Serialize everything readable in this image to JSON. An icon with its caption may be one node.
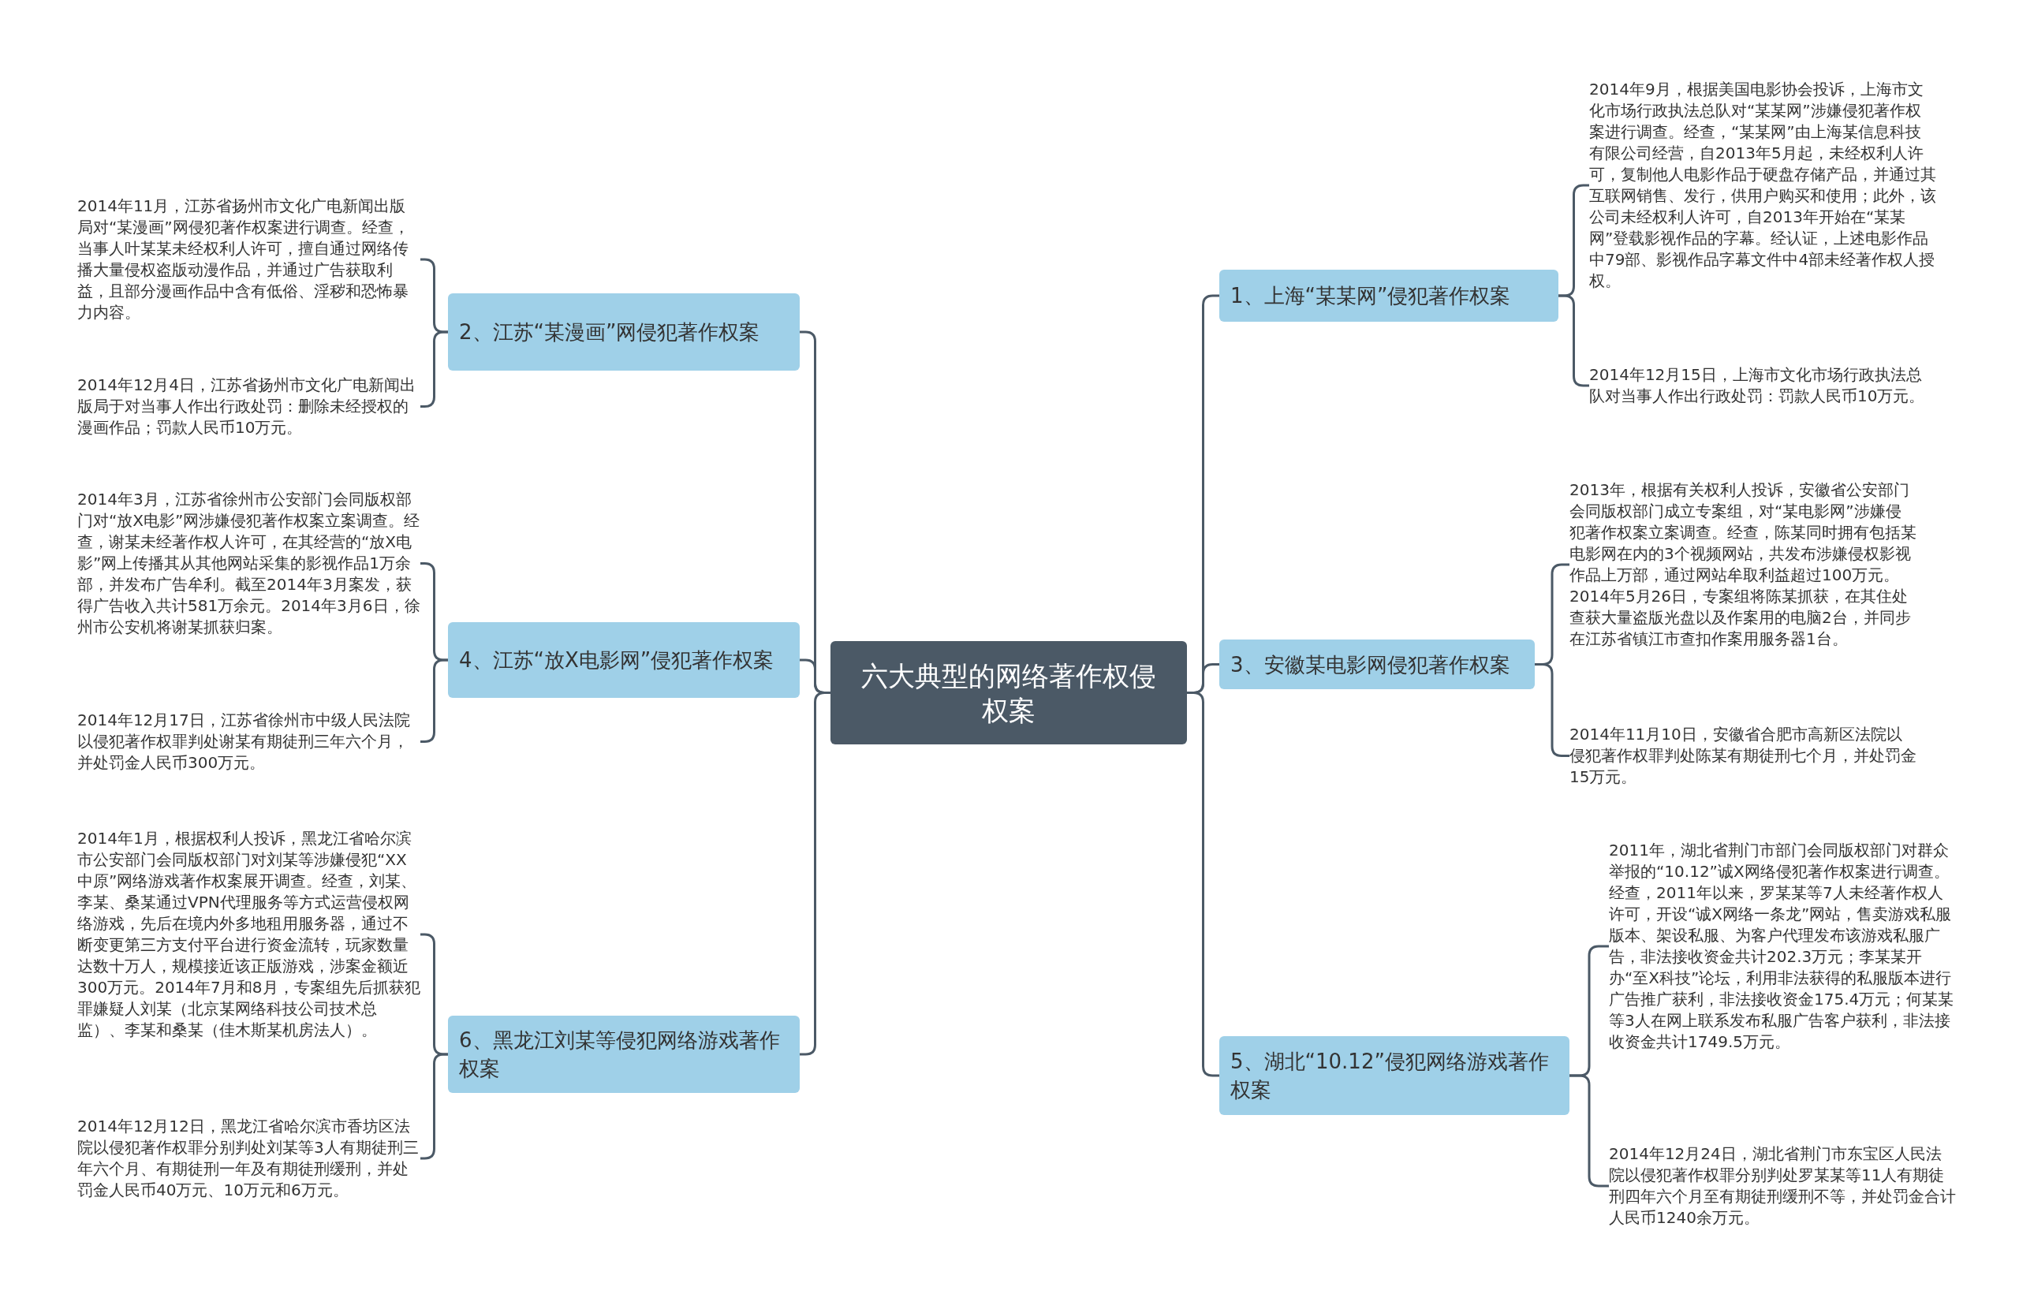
{
  "diagram": {
    "nodes": [
      {
        "text": [
          "六大典型的网络著作权侵权案"
        ]
      },
      {
        "text": [
          "1、上海“某某网”侵犯著作权案"
        ]
      },
      {
        "text": [
          "2014年9月，根据美国电影协会投诉，上海市文化市场行政执法总队对“某某网”涉嫌侵犯著作权案进行调查。经查，“某某网”由上海某信息科技有限公司经营，自2013年5月起，未经权利人许可，复制他人电影作品于硬盘存储产品，并通过其互联网销售、发行，供用户购买和使用；此外，该公司未经权利人许可，自2013年开始在“某某网”登载影视作品的字幕。经认证，上述电影作品中79部、影视作品字幕文件中4部未经著作权人授权。"
        ]
      },
      {
        "text": [
          "2014年12月15日，上海市文化市场行政执法总队对当事人作出行政处罚：罚款人民币10万元。"
        ]
      },
      {
        "text": [
          "2、江苏“某漫画”网侵犯著作权案"
        ]
      },
      {
        "text": [
          "2014年11月，江苏省扬州市文化广电新闻出版局对“某漫画”网侵犯著作权案进行调查。经查，当事人叶某某未经权利人许可，擅自通过网络传播大量侵权盗版动漫作品，并通过广告获取利益，且部分漫画作品中含有低俗、淫秽和恐怖暴力内容。"
        ]
      },
      {
        "text": [
          "2014年12月4日，江苏省扬州市文化广电新闻出版局于对当事人作出行政处罚：删除未经授权的漫画作品；罚款人民币10万元。"
        ]
      },
      {
        "text": [
          "3、安徽某电影网侵犯著作权案"
        ]
      },
      {
        "text": [
          "2013年，根据有关权利人投诉，安徽省公安部门会同版权部门成立专案组，对“某电影网”涉嫌侵犯著作权案立案调查。经查，陈某同时拥有包括某电影网在内的3个视频网站，共发布涉嫌侵权影视作品上万部，通过网站牟取利益超过100万元。2014年5月26日，专案组将陈某抓获，在其住处查获大量盗版光盘以及作案用的电脑2台，并同步在江苏省镇江市查扣作案用服务器1台。"
        ]
      },
      {
        "text": [
          "2014年11月10日，安徽省合肥市高新区法院以侵犯著作权罪判处陈某有期徒刑七个月，并处罚金15万元。"
        ]
      },
      {
        "text": [
          "4、江苏“放X电影网”侵犯著作权案"
        ]
      },
      {
        "text": [
          "2014年3月，江苏省徐州市公安部门会同版权部门对“放X电影”网涉嫌侵犯著作权案立案调查。经查，谢某未经著作权人许可，在其经营的“放X电影”网上传播其从其他网站采集的影视作品1万余部，并发布广告牟利。截至2014年3月案发，获得广告收入共计581万余元。2014年3月6日，徐州市公安机将谢某抓获归案。"
        ]
      },
      {
        "text": [
          "2014年12月17日，江苏省徐州市中级人民法院以侵犯著作权罪判处谢某有期徒刑三年六个月，并处罚金人民币300万元。"
        ]
      },
      {
        "text": [
          "5、湖北“10.12”侵犯网络游戏著作权案"
        ]
      },
      {
        "text": [
          "2011年，湖北省荆门市部门会同版权部门对群众举报的“10.12”诚X网络侵犯著作权案进行调查。经查，2011年以来，罗某某等7人未经著作权人许可，开设“诚X网络一条龙”网站，售卖游戏私服版本、架设私服、为客户代理发布该游戏私服广告，非法接收资金共计202.3万元；李某某开办“至X科技”论坛，利用非法获得的私服版本进行广告推广获利，非法接收资金175.4万元；何某某等3人在网上联系发布私服广告客户获利，非法接收资金共计1749.5万元。"
        ]
      },
      {
        "text": [
          "2014年12月24日，湖北省荆门市东宝区人民法院以侵犯著作权罪分别判处罗某某等11人有期徒刑四年六个月至有期徒刑缓刑不等，并处罚金合计人民币1240余万元。"
        ]
      },
      {
        "text": [
          "6、黑龙江刘某等侵犯网络游戏著作权案"
        ]
      },
      {
        "text": [
          "2014年1月，根据权利人投诉，黑龙江省哈尔滨市公安部门会同版权部门对刘某等涉嫌侵犯“XX中原”网络游戏著作权案展开调查。经查，刘某、李某、桑某通过VPN代理服务等方式运营侵权网络游戏，先后在境内外多地租用服务器，通过不断变更第三方支付平台进行资金流转，玩家数量达数十万人，规模接近该正版游戏，涉案金额近300万元。2014年7月和8月，专案组先后抓获犯罪嫌疑人刘某（北京某网络科技公司技术总监）、李某和桑某（佳木斯某机房法人）。"
        ]
      },
      {
        "text": [
          "2014年12月12日，黑龙江省哈尔滨市香坊区法院以侵犯著作权罪分别判处刘某等3人有期徒刑三年六个月、有期徒刑一年及有期徒刑缓刑，并处罚金人民币40万元、10万元和6万元。"
        ]
      }
    ],
    "edges": [
      {
        "from": 0,
        "to": 1,
        "arrow": "none"
      },
      {
        "from": 1,
        "to": 2,
        "arrow": "none"
      },
      {
        "from": 1,
        "to": 3,
        "arrow": "none"
      },
      {
        "from": 0,
        "to": 4,
        "arrow": "none"
      },
      {
        "from": 4,
        "to": 5,
        "arrow": "none"
      },
      {
        "from": 4,
        "to": 6,
        "arrow": "none"
      },
      {
        "from": 0,
        "to": 7,
        "arrow": "none"
      },
      {
        "from": 7,
        "to": 8,
        "arrow": "none"
      },
      {
        "from": 7,
        "to": 9,
        "arrow": "none"
      },
      {
        "from": 0,
        "to": 10,
        "arrow": "none"
      },
      {
        "from": 10,
        "to": 11,
        "arrow": "none"
      },
      {
        "from": 10,
        "to": 12,
        "arrow": "none"
      },
      {
        "from": 0,
        "to": 13,
        "arrow": "none"
      },
      {
        "from": 13,
        "to": 14,
        "arrow": "none"
      },
      {
        "from": 13,
        "to": 15,
        "arrow": "none"
      },
      {
        "from": 0,
        "to": 16,
        "arrow": "none"
      },
      {
        "from": 16,
        "to": 17,
        "arrow": "none"
      },
      {
        "from": 16,
        "to": 18,
        "arrow": "none"
      }
    ]
  }
}
